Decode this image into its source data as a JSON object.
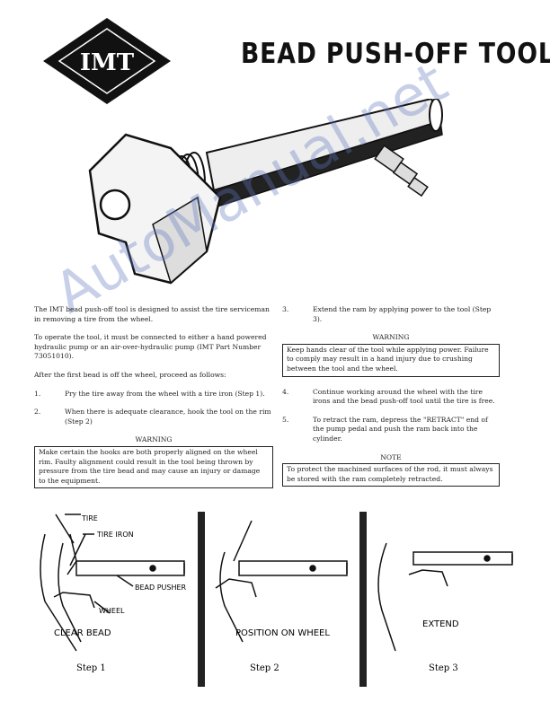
{
  "header": {
    "logo_text": "IMT",
    "title": "BEAD PUSH-OFF TOOL"
  },
  "left_column": {
    "intro": "The IMT bead push-off tool is designed to assist the tire serviceman in removing a tire from the wheel.",
    "operate": "To operate the tool, it must be connected to either a hand powered hydraulic pump or an air-over-hydraulic pump (IMT Part Number 73051010).",
    "after": "After the first bead is off the wheel, proceed as follows:",
    "steps": [
      {
        "num": "1.",
        "text": "Pry the tire away from the wheel with a tire iron (Step 1)."
      },
      {
        "num": "2.",
        "text": "When there is adequate clearance, hook the tool on the rim (Step 2)"
      }
    ],
    "warning_title": "WARNING",
    "warning_text": "Make certain the hooks are both properly aligned on the wheel rim. Faulty alignment could result in the tool being thrown by pressure from the tire bead and may cause an injury or damage to the equipment."
  },
  "right_column": {
    "step3": {
      "num": "3.",
      "text": "Extend the ram by applying power to the tool (Step 3)."
    },
    "warning_title": "WARNING",
    "warning_text": "Keep hands clear of the tool while applying power. Failure to comply may result in a hand injury due to crushing between the tool and the wheel.",
    "step4": {
      "num": "4.",
      "text": "Continue working around the wheel with the tire irons and the bead push-off tool until the tire is free."
    },
    "step5": {
      "num": "5.",
      "text": "To retract the ram, depress the \"RETRACT\" end of the pump pedal and push the ram back into the cylinder."
    },
    "note_title": "NOTE",
    "note_text": "To protect the machined surfaces of the rod, it must always be stored with the ram completely retracted."
  },
  "figures": {
    "labels": {
      "tire": "TIRE",
      "tire_iron": "TIRE IRON",
      "bead_pusher": "BEAD PUSHER",
      "wheel": "WHEEL"
    },
    "captions": [
      "CLEAR BEAD",
      "POSITION ON WHEEL",
      "EXTEND"
    ],
    "steps": [
      "Step 1",
      "Step 2",
      "Step 3"
    ]
  },
  "watermark": "AutoManual.net"
}
